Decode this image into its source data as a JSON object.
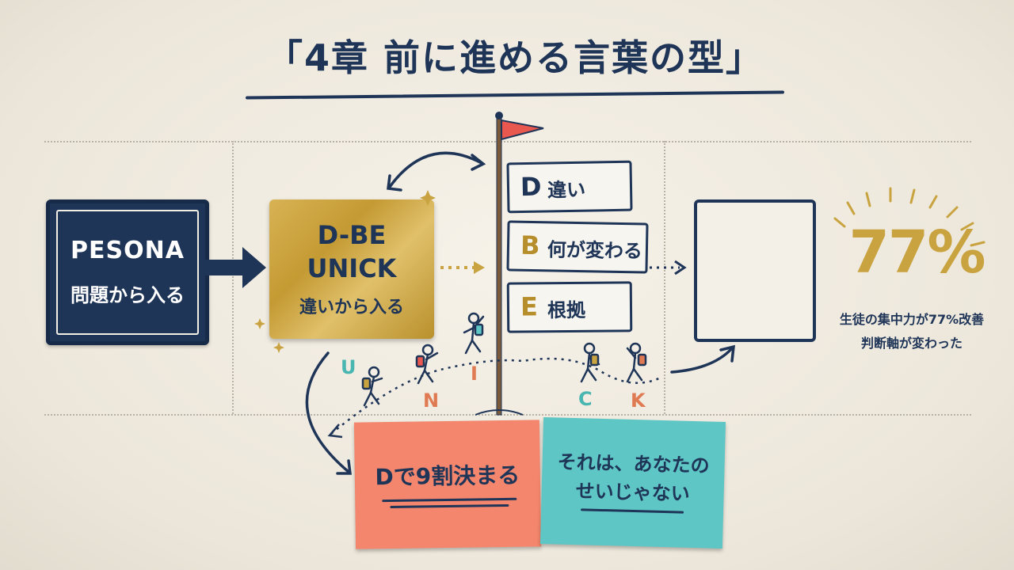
{
  "title": "「4章 前に進める言葉の型」",
  "pesona": {
    "main": "PESONA",
    "sub": "問題から入る"
  },
  "dbe_unick": {
    "line1": "D-BE",
    "line2": "UNICK",
    "line3": "違いから入る"
  },
  "flag_steps": [
    {
      "letter": "D",
      "label": "違い"
    },
    {
      "letter": "B",
      "label": "何が変わる"
    },
    {
      "letter": "E",
      "label": "根拠"
    }
  ],
  "unick_letters": [
    {
      "letter": "U",
      "color": "#49b6b2"
    },
    {
      "letter": "N",
      "color": "#e07a52"
    },
    {
      "letter": "I",
      "color": "#e07a52"
    },
    {
      "letter": "C",
      "color": "#49b6b2"
    },
    {
      "letter": "K",
      "color": "#e07a52"
    }
  ],
  "result": {
    "percent": "77%",
    "desc1": "生徒の集中力が77%改善",
    "desc2": "判断軸が変わった"
  },
  "notes": {
    "red": "Dで9割決まる",
    "teal_line1": "それは、あなたの",
    "teal_line2": "せいじゃない"
  },
  "icons": {
    "flag": "flag-icon",
    "printer": "printer-icon",
    "climber": "hiker-icon"
  },
  "colors": {
    "navy": "#1f3558",
    "gold": "#c9a33f",
    "flag_red": "#e8584f",
    "note_red": "#f3866d",
    "note_teal": "#5ec6c4",
    "teal_letter": "#49b6b2",
    "orange_letter": "#e07a52"
  }
}
